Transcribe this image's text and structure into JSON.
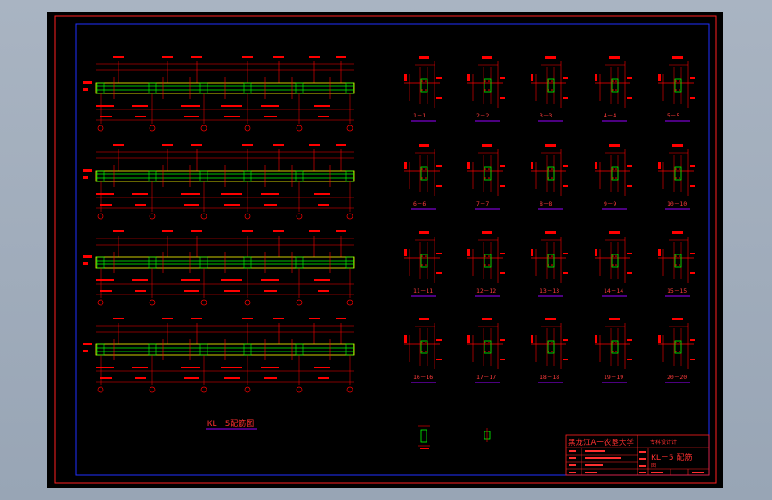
{
  "drawing": {
    "title_caption": "KL－5配筋图",
    "title_block": {
      "company": "黑龙江A一农垦大学",
      "dept": "专科设计计",
      "drawing_name": "KL－5 配筋",
      "drawing_name_line2": "图"
    },
    "sections": [
      {
        "label": "1－1"
      },
      {
        "label": "2－2"
      },
      {
        "label": "3－3"
      },
      {
        "label": "4－4"
      },
      {
        "label": "5－5"
      },
      {
        "label": "6－6"
      },
      {
        "label": "7－7"
      },
      {
        "label": "8－8"
      },
      {
        "label": "9－9"
      },
      {
        "label": "10－10"
      },
      {
        "label": "11－11"
      },
      {
        "label": "12－12"
      },
      {
        "label": "13－13"
      },
      {
        "label": "14－14"
      },
      {
        "label": "15－15"
      },
      {
        "label": "16－16"
      },
      {
        "label": "17－17"
      },
      {
        "label": "18－18"
      },
      {
        "label": "19－19"
      },
      {
        "label": "20－20"
      }
    ],
    "colors": {
      "frame": "#ff0000",
      "inner_frame": "#0000ff",
      "beam": "#ffff00",
      "rebar": "#00ff00",
      "dimension": "#ff0000",
      "section_label": "#ff3b3b",
      "label_underline": "#9900ff",
      "title_text": "#ff3030",
      "sheet_background": "#000000"
    }
  }
}
